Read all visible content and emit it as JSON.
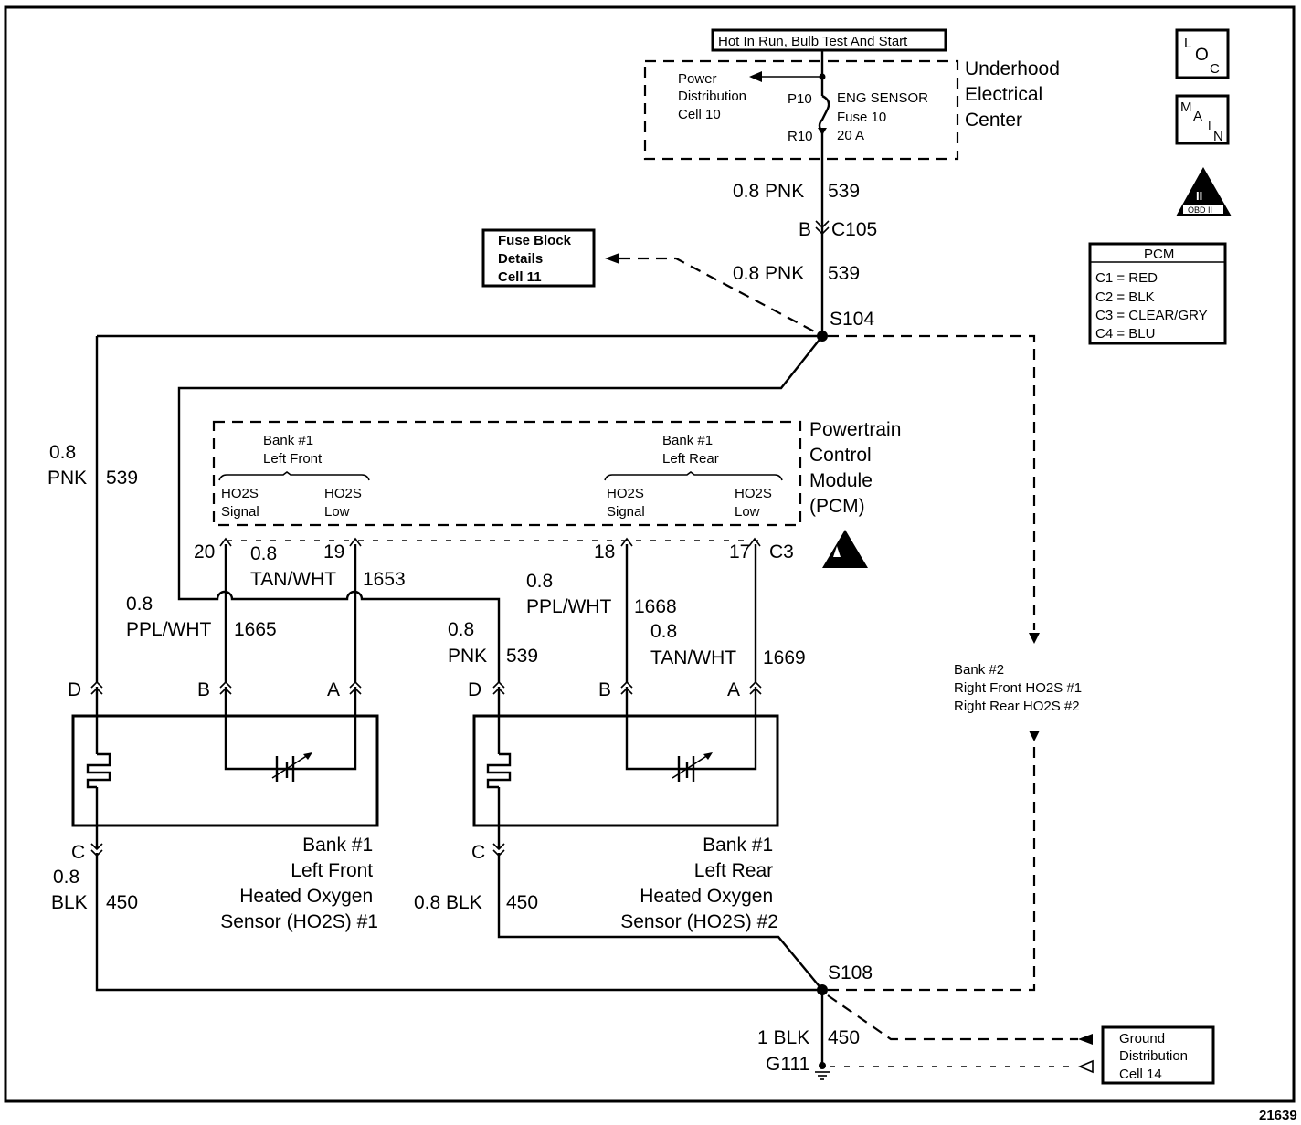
{
  "diagram": {
    "figure_id": "21639",
    "header_box": "Hot In Run, Bulb Test And Start",
    "icons": {
      "loc": [
        "L",
        "O",
        "C"
      ],
      "main": [
        "M",
        "A",
        "I",
        "N"
      ],
      "obd": {
        "numeral": "II",
        "label": "OBD II"
      }
    },
    "pcm_legend": {
      "title": "PCM",
      "rows": [
        "C1 = RED",
        "C2 = BLK",
        "C3 = CLEAR/GRY",
        "C4 = BLU"
      ]
    },
    "underhood": {
      "title": [
        "Underhood",
        "Electrical",
        "Center"
      ],
      "power_ref": [
        "Power",
        "Distribution",
        "Cell 10"
      ],
      "pin_top": "P10",
      "pin_bottom": "R10",
      "fuse": [
        "ENG SENSOR",
        "Fuse 10",
        "20 A"
      ]
    },
    "wire_top1": {
      "gauge_color": "0.8 PNK",
      "circuit": "539"
    },
    "connector_c105": {
      "pin": "B",
      "name": "C105"
    },
    "fuse_block_ref": [
      "Fuse Block",
      "Details",
      "Cell 11"
    ],
    "wire_top2": {
      "gauge_color": "0.8 PNK",
      "circuit": "539"
    },
    "splice_s104": "S104",
    "left_wire": {
      "gauge": "0.8",
      "color": "PNK",
      "circuit": "539"
    },
    "pcm": {
      "title": [
        "Powertrain",
        "Control",
        "Module",
        "(PCM)"
      ],
      "bank_front": [
        "Bank #1",
        "Left Front"
      ],
      "bank_rear": [
        "Bank #1",
        "Left Rear"
      ],
      "front_signal": [
        "HO2S",
        "Signal"
      ],
      "front_low": [
        "HO2S",
        "Low"
      ],
      "rear_signal": [
        "HO2S",
        "Signal"
      ],
      "rear_low": [
        "HO2S",
        "Low"
      ],
      "pins": [
        "20",
        "19",
        "18",
        "17"
      ],
      "connector": "C3"
    },
    "wires_mid": [
      {
        "gauge": "0.8",
        "color": "TAN/WHT",
        "circuit": "1653"
      },
      {
        "gauge": "0.8",
        "color": "PPL/WHT",
        "circuit": "1665"
      },
      {
        "gauge": "0.8",
        "color": "PPL/WHT",
        "circuit": "1668"
      },
      {
        "gauge": "0.8",
        "color": "TAN/WHT",
        "circuit": "1669"
      },
      {
        "gauge": "0.8",
        "color": "PNK",
        "circuit": "539"
      }
    ],
    "sensor1": {
      "pins": {
        "d": "D",
        "b": "B",
        "a": "A",
        "c": "C"
      },
      "label": [
        "Bank #1",
        "Left Front",
        "Heated Oxygen",
        "Sensor (HO2S) #1"
      ],
      "ground_wire": {
        "gauge": "0.8",
        "color": "BLK",
        "circuit": "450"
      }
    },
    "sensor2": {
      "pins": {
        "d": "D",
        "b": "B",
        "a": "A",
        "c": "C"
      },
      "label": [
        "Bank #1",
        "Left Rear",
        "Heated Oxygen",
        "Sensor (HO2S) #2"
      ],
      "ground_wire": {
        "gauge_color": "0.8 BLK",
        "circuit": "450"
      }
    },
    "bank2_ref": [
      "Bank #2",
      "Right Front HO2S #1",
      "Right Rear HO2S #2"
    ],
    "splice_s108": "S108",
    "ground_wire": {
      "gauge_color": "1 BLK",
      "circuit": "450"
    },
    "ground_point": "G111",
    "ground_ref": [
      "Ground",
      "Distribution",
      "Cell 14"
    ]
  }
}
